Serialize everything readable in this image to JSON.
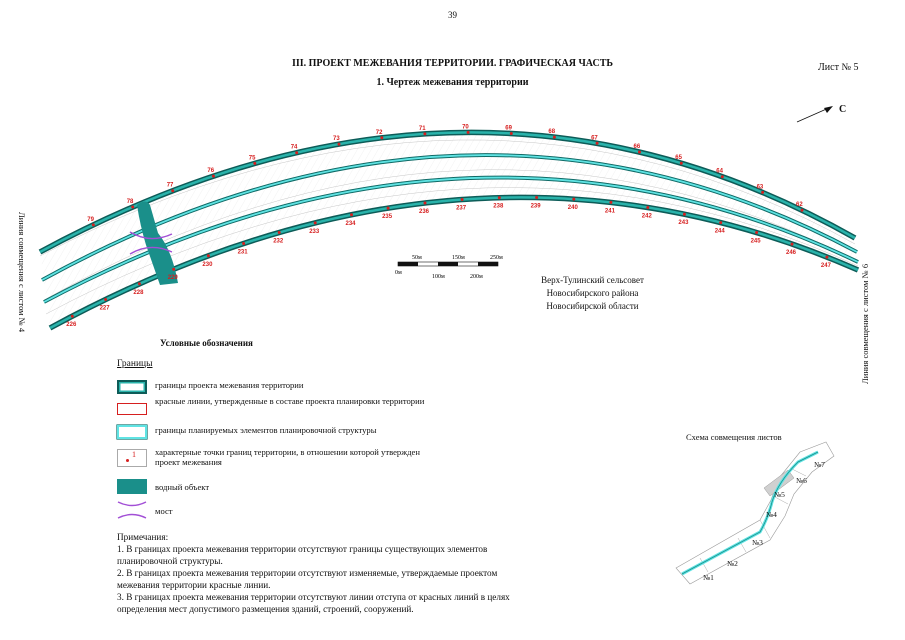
{
  "page_number": "39",
  "title": "III. ПРОЕКТ МЕЖЕВАНИЯ ТЕРРИТОРИИ. ГРАФИЧЕСКАЯ ЧАСТЬ",
  "subtitle": "1. Чертеж межевания территории",
  "sheet_label": "Лист № 5",
  "north_label": "С",
  "side_label_left": "Линия совмещения с листом № 4",
  "side_label_right": "Линия совмещения с листом № 6",
  "admin_lines": [
    "Верх-Тулинский сельсовет",
    "Новосибирского района",
    "Новосибирской области"
  ],
  "scale_bar": {
    "top_labels": [
      "50м",
      "150м",
      "250м"
    ],
    "bottom_labels": [
      "0м",
      "100м",
      "200м"
    ]
  },
  "outer_points": [
    "79",
    "78",
    "77",
    "76",
    "75",
    "74",
    "73",
    "72",
    "71",
    "70",
    "69",
    "68",
    "67",
    "66",
    "65",
    "64",
    "63",
    "62"
  ],
  "inner_points": [
    "226",
    "227",
    "228",
    "229",
    "230",
    "231",
    "232",
    "233",
    "234",
    "235",
    "236",
    "237",
    "238",
    "239",
    "240",
    "241",
    "242",
    "243",
    "244",
    "245",
    "246",
    "247"
  ],
  "legend": {
    "title": "Условные обозначения",
    "boundaries_heading": "Границы",
    "items": [
      {
        "symbol": "teal-boundary-icon",
        "text": "границы проекта межевания территории"
      },
      {
        "symbol": "red-line-icon",
        "text": "красные линии, утвержденные в составе проекта планировки территории"
      },
      {
        "symbol": "cyan-boundary-icon",
        "text": "границы планируемых элементов планировочной структуры"
      },
      {
        "symbol": "point-marker-icon",
        "marker": "1",
        "text": "характерные точки границ территории, в отношении которой утвержден проект межевания"
      },
      {
        "symbol": "water-body-icon",
        "text": "водный объект"
      },
      {
        "symbol": "bridge-icon",
        "text": "мост"
      }
    ]
  },
  "notes": {
    "heading": "Примечания:",
    "items": [
      "1. В границах проекта межевания территории отсутствуют границы существующих элементов планировочной структуры.",
      "2. В границах проекта межевания территории отсутствуют изменяемые, утверждаемые проектом межевания территории красные линии.",
      "3. В границах проекта межевания территории отсутствуют линии отступа от красных линий в целях определения мест допустимого размещения зданий, строений, сооружений."
    ]
  },
  "sheet_scheme": {
    "title": "Схема совмещения листов",
    "sheets": [
      "№1",
      "№2",
      "№3",
      "№4",
      "№5",
      "№6",
      "№7"
    ]
  },
  "colors": {
    "teal": "#1a8f8a",
    "cyan": "#5fe3e3",
    "red": "#d61f1f",
    "purple": "#a24fd6"
  }
}
